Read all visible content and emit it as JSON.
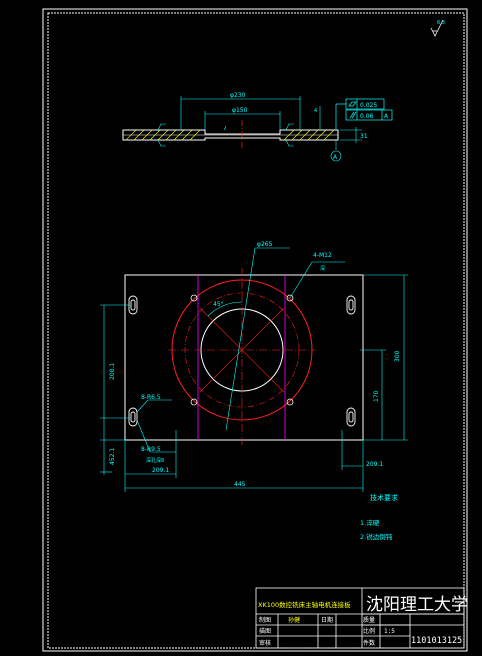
{
  "colors": {
    "background": "#000000",
    "frame": "#ffffff",
    "part": "#ffffff",
    "centerline": "#ff2020",
    "dimension": "#00ffff",
    "hatch": "#ffff00",
    "slot": "#ff00ff"
  },
  "section_view": {
    "dim_phi230": "φ230",
    "dim_phi150": "φ150",
    "dim_depth": "4",
    "flatness_value": "0.025",
    "parallel_value": "0.06",
    "datum_ref": "A",
    "thickness": "31",
    "datum_label": "A"
  },
  "plan_view": {
    "dim_phi265": "φ265",
    "dim_holes": "4-M12",
    "dim_holes_sub": "深",
    "dim_angle": "45°",
    "dim_left_upper": "208.1",
    "dim_left_lower": "452.1",
    "dim_slot_a": "8-R6.5",
    "dim_slot_b": "8-R9.5",
    "dim_slot_b_sub": "深孔深8",
    "dim_bottom_small": "209.1",
    "dim_overall_width": "445",
    "dim_right_small": "209.1",
    "dim_height": "300",
    "dim_center_height": "170"
  },
  "notes": {
    "heading": "技术要求",
    "item1": "1.淬硬",
    "item2": "2.锐边倒钝"
  },
  "title_block": {
    "part_name": "XK100数控铣床主轴电机连接板",
    "university": "沈阳理工大学",
    "row_drawn": "制图",
    "row_drawn_name": "孙健",
    "row_date_label": "日期",
    "row_checked": "描图",
    "row_approved": "审核",
    "weight_label": "质量",
    "scale_label": "比例",
    "scale_value": "1:5",
    "count_label": "件数",
    "drawing_no": "1101013125"
  }
}
